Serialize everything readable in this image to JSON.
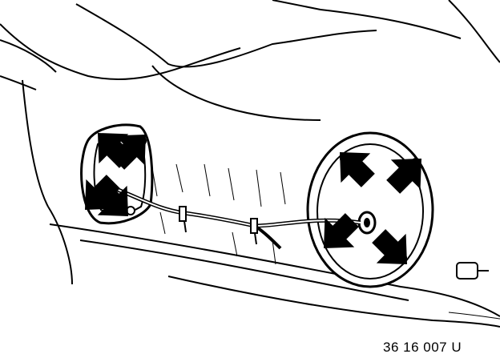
{
  "figure": {
    "reference_code": "36 16 007 U",
    "line_color": "#000000",
    "background_color": "#ffffff",
    "components": {
      "left_cover": "round-cover",
      "right_cover": "round-cover",
      "wiring": "cable-harness",
      "pointers": "arrow-icon",
      "fasteners": "screw-icon"
    }
  }
}
